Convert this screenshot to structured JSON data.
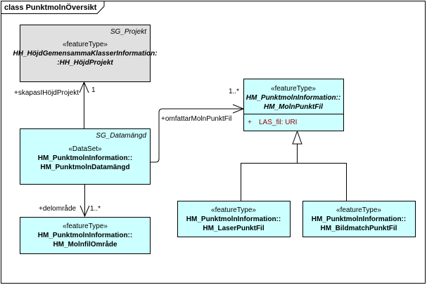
{
  "diagram": {
    "title": "class PunktmolnÖversikt",
    "colors": {
      "cyan": "#ccffff",
      "gray": "#e0e0e0",
      "border": "#000000",
      "attribute": "#a00000"
    },
    "classes": {
      "projekt": {
        "tag": "SG_Projekt",
        "stereotype": "«featureType»",
        "line1": "HH_HöjdGemensammaKlasserInformation:",
        "line2": ":HH_HöjdProjekt"
      },
      "datamangd": {
        "tag": "SG_Datamängd",
        "stereotype": "«DataSet»",
        "line1": "HM_PunktmolnInformation::",
        "line2": "HM_PunktmolnDatamängd"
      },
      "molnfilomrade": {
        "stereotype": "«featureType»",
        "line1": "HM_PunktmolnInformation::",
        "line2": "HM_MolnfilOmråde"
      },
      "molnpunktfil": {
        "stereotype": "«featureType»",
        "line1": "HM_PunktmolnInformation::",
        "line2": "HM_MolnPunktFil",
        "attr_visibility": "+",
        "attr": "LAS_fil: URI"
      },
      "laserpunktfil": {
        "stereotype": "«featureType»",
        "line1": "HM_PunktmolnInformation::",
        "line2": "HM_LaserPunktFil"
      },
      "bildmatchpunktfil": {
        "stereotype": "«featureType»",
        "line1": "HM_PunktmolnInformation::",
        "line2": "HM_BildmatchPunktFil"
      }
    },
    "associations": {
      "projekt": {
        "role": "+skapasIHöjdProjekt",
        "multiplicity": "1"
      },
      "molnpunktfil": {
        "role": "+omfattarMolnPunktFil",
        "multiplicity": "1..*"
      },
      "delomrade": {
        "role": "+delområde",
        "multiplicity": "1..*"
      }
    }
  }
}
